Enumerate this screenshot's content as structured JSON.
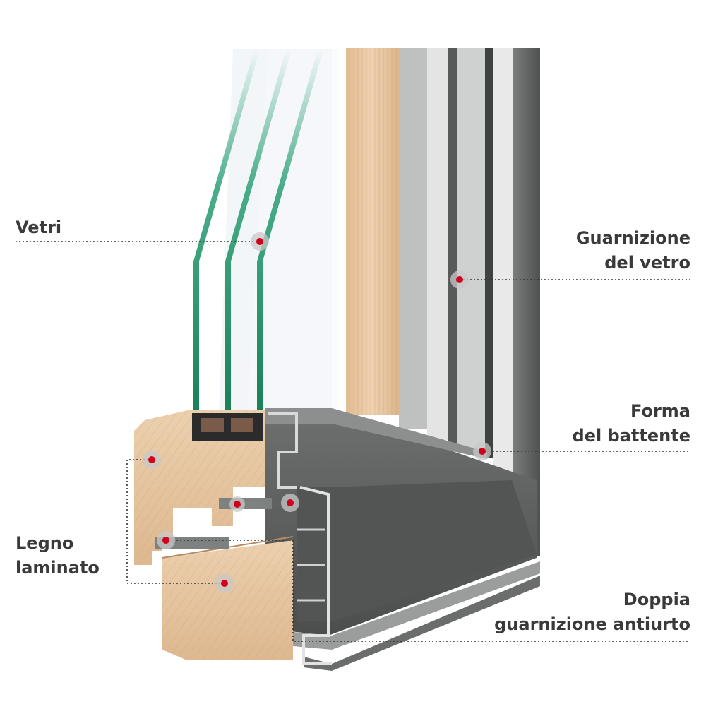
{
  "labels": {
    "vetri": "Vetri",
    "guarnizione_vetro": [
      "Guarnizione",
      "del vetro"
    ],
    "forma_battente": [
      "Forma",
      "del battente"
    ],
    "legno_laminato": [
      "Legno",
      "laminato"
    ],
    "doppia_guarnizione": [
      "Doppia",
      "guarnizione antiurto"
    ]
  },
  "colors": {
    "label_text": "#3a3a3a",
    "leader_line": "#333333",
    "marker_dot": "#d0021b",
    "marker_halo": "#c8c8c8",
    "glass_edge": "#1d9a6c",
    "wood": "#e6c7a2",
    "aluminium": "#5c5f5e"
  },
  "icons": {
    "marker": "red-dot-marker"
  }
}
